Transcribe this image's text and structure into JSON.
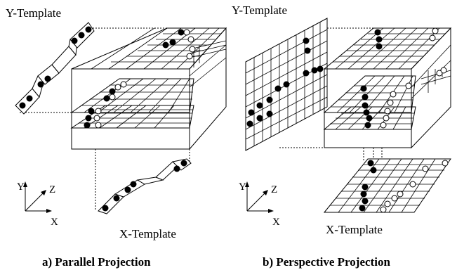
{
  "left_panel": {
    "y_template_label": "Y-Template",
    "x_template_label": "X-Template",
    "axis_y": "Y",
    "axis_z": "Z",
    "axis_x": "X",
    "caption": "a) Parallel Projection"
  },
  "right_panel": {
    "y_template_label": "Y-Template",
    "x_template_label": "X-Template",
    "axis_y": "Y",
    "axis_z": "Z",
    "axis_x": "X",
    "caption": "b) Perspective Projection"
  }
}
